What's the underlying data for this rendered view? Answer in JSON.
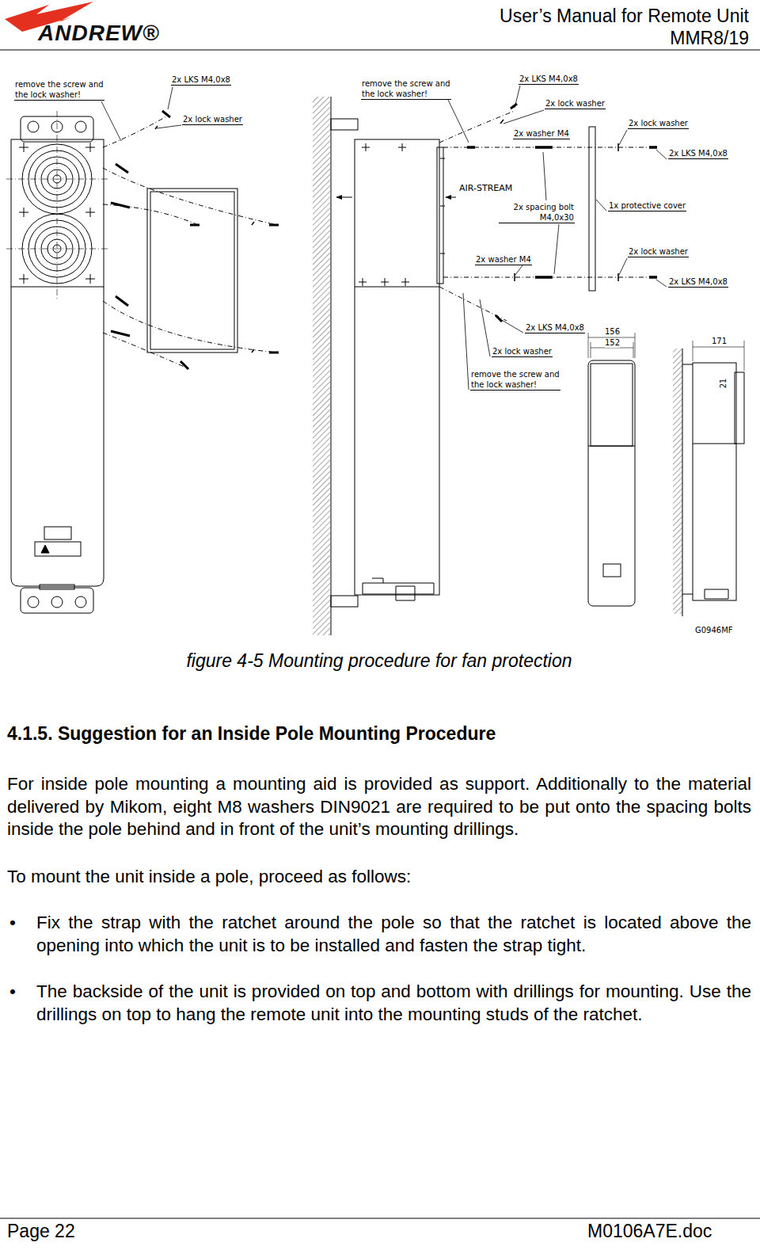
{
  "diagram": {
    "title": "4.1.5. Suggestion for an Inside Pole Mounting Procedure",
    "caption": "figure 4-5 Mounting procedure for fan protection",
    "labels": [
      "User’s Manual for Remote Unit",
      "MMR8/19",
      "ANDREW®",
      "remove the screw and the lock washer!",
      "2x LKS M4,0x8",
      "2x lock washer",
      "remove the screw and the lock washer!",
      "2x LKS M4,0x8",
      "2x lock washer",
      "2x washer M4",
      "2x lock washer",
      "2x LKS M4,0x8",
      "AIR-STREAM",
      "2x spacing bolt M4,0x30",
      "1x protective cover",
      "2x washer M4",
      "2x lock washer",
      "2x LKS M4,0x8",
      "2x LKS M4,0x8",
      "2x lock washer",
      "remove the screw and the lock washer!",
      "156",
      "152",
      "171",
      "21",
      "G0946MF",
      "For inside pole mounting a mounting aid is provided as support. Additionally to the material delivered by Mikom, eight M8 washers DIN9021 are required to be put onto the spacing bolts inside the pole behind and in front of the unit’s mounting drillings.",
      "To mount the unit inside a pole, proceed as follows:",
      "•",
      "Fix the strap with the ratchet around the pole so that the ratchet is located above the opening into which the unit is to be installed and fasten the strap tight.",
      "•",
      "The backside of the unit is provided on top and bottom with drillings for mounting. Use the drillings on top to hang the remote unit into the mounting studs of the ratchet.",
      "Page 22",
      "M0106A7E.doc"
    ]
  }
}
